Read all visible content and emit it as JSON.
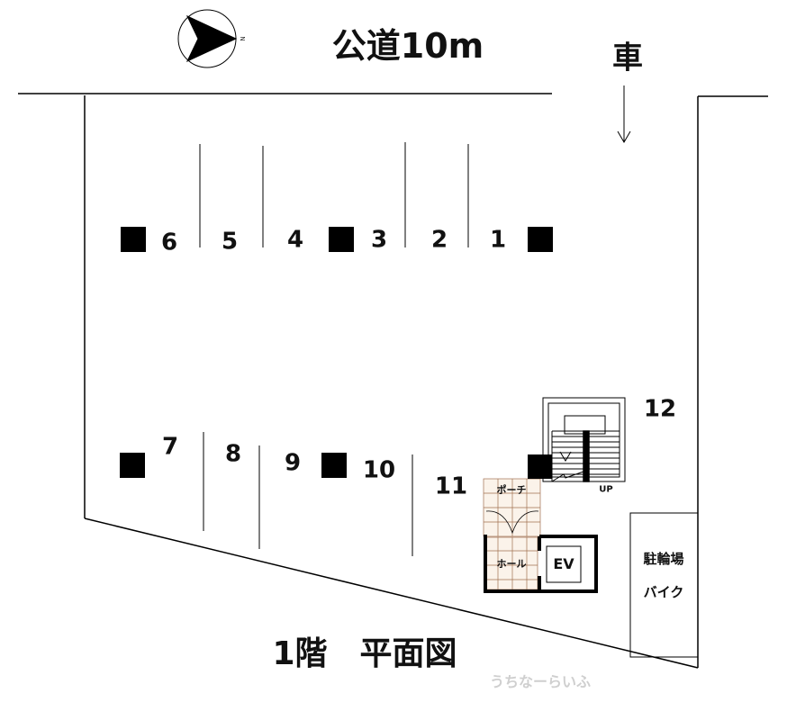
{
  "road_label": "公道10m",
  "car_label": "車",
  "compass_letter": "N",
  "title": "1階　平面図",
  "watermark": "うちなーらいふ",
  "spaces": [
    "1",
    "2",
    "3",
    "4",
    "5",
    "6",
    "7",
    "8",
    "9",
    "10",
    "11",
    "12"
  ],
  "porch": "ポーチ",
  "hall": "ホール",
  "elevator": "EV",
  "stairs_up": "UP",
  "bicycle_parking": "駐輪場",
  "bike": "バイク"
}
